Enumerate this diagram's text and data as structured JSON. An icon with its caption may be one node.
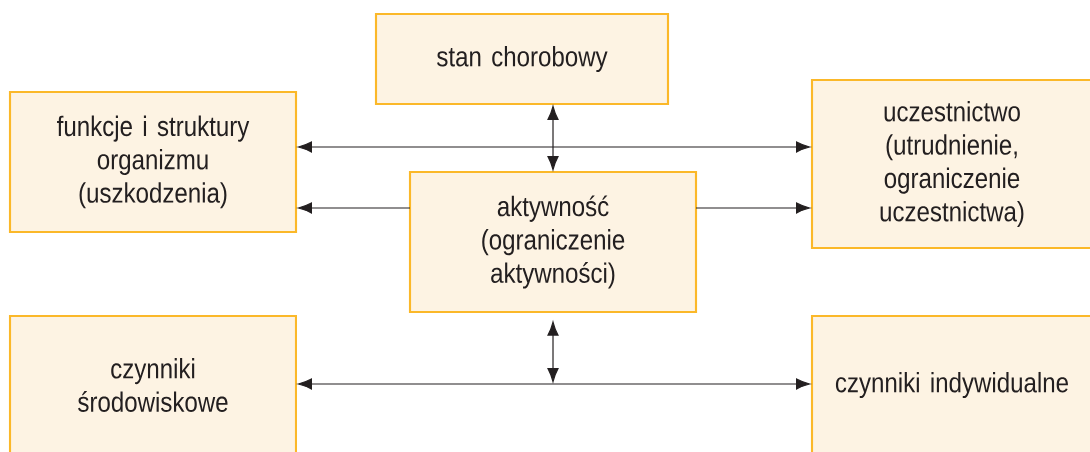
{
  "diagram": {
    "nodes": [
      {
        "text": [
          "stan chorobowy"
        ]
      },
      {
        "text": [
          "funkcje i struktury organizmu (uszkodzenia)"
        ]
      },
      {
        "text": [
          "uczestnictwo (utrudnienie, ograniczenie uczestnictwa)"
        ]
      },
      {
        "text": [
          "aktywność (ograniczenie aktywności)"
        ]
      },
      {
        "text": [
          "czynniki środowiskowe"
        ]
      },
      {
        "text": [
          "czynniki indywidualne"
        ]
      }
    ],
    "edges": [
      {
        "from": 0,
        "to": 3,
        "arrow": "both"
      },
      {
        "from": 1,
        "to": 2,
        "arrow": "both"
      },
      {
        "from": 3,
        "to": 1,
        "arrow": "to"
      },
      {
        "from": 3,
        "to": 2,
        "arrow": "to"
      },
      {
        "from": 4,
        "to": 5,
        "arrow": "both"
      },
      {
        "from": 3,
        "to": null,
        "arrow": "both"
      }
    ]
  }
}
